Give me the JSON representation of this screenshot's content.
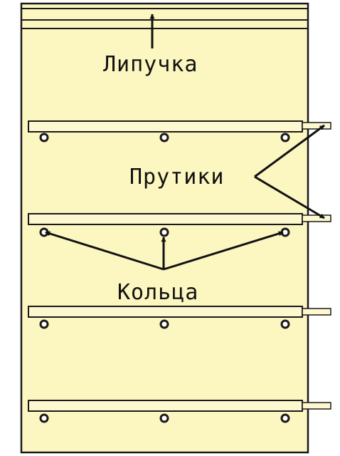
{
  "labels": {
    "velcro": "Липучка",
    "rods": "Прутики",
    "rings": "Кольца"
  },
  "colors": {
    "panel_fill": "#fcf6c0",
    "outline": "#1a1a1a",
    "batten_fill": "#fdf8cf",
    "background": "#ffffff"
  }
}
